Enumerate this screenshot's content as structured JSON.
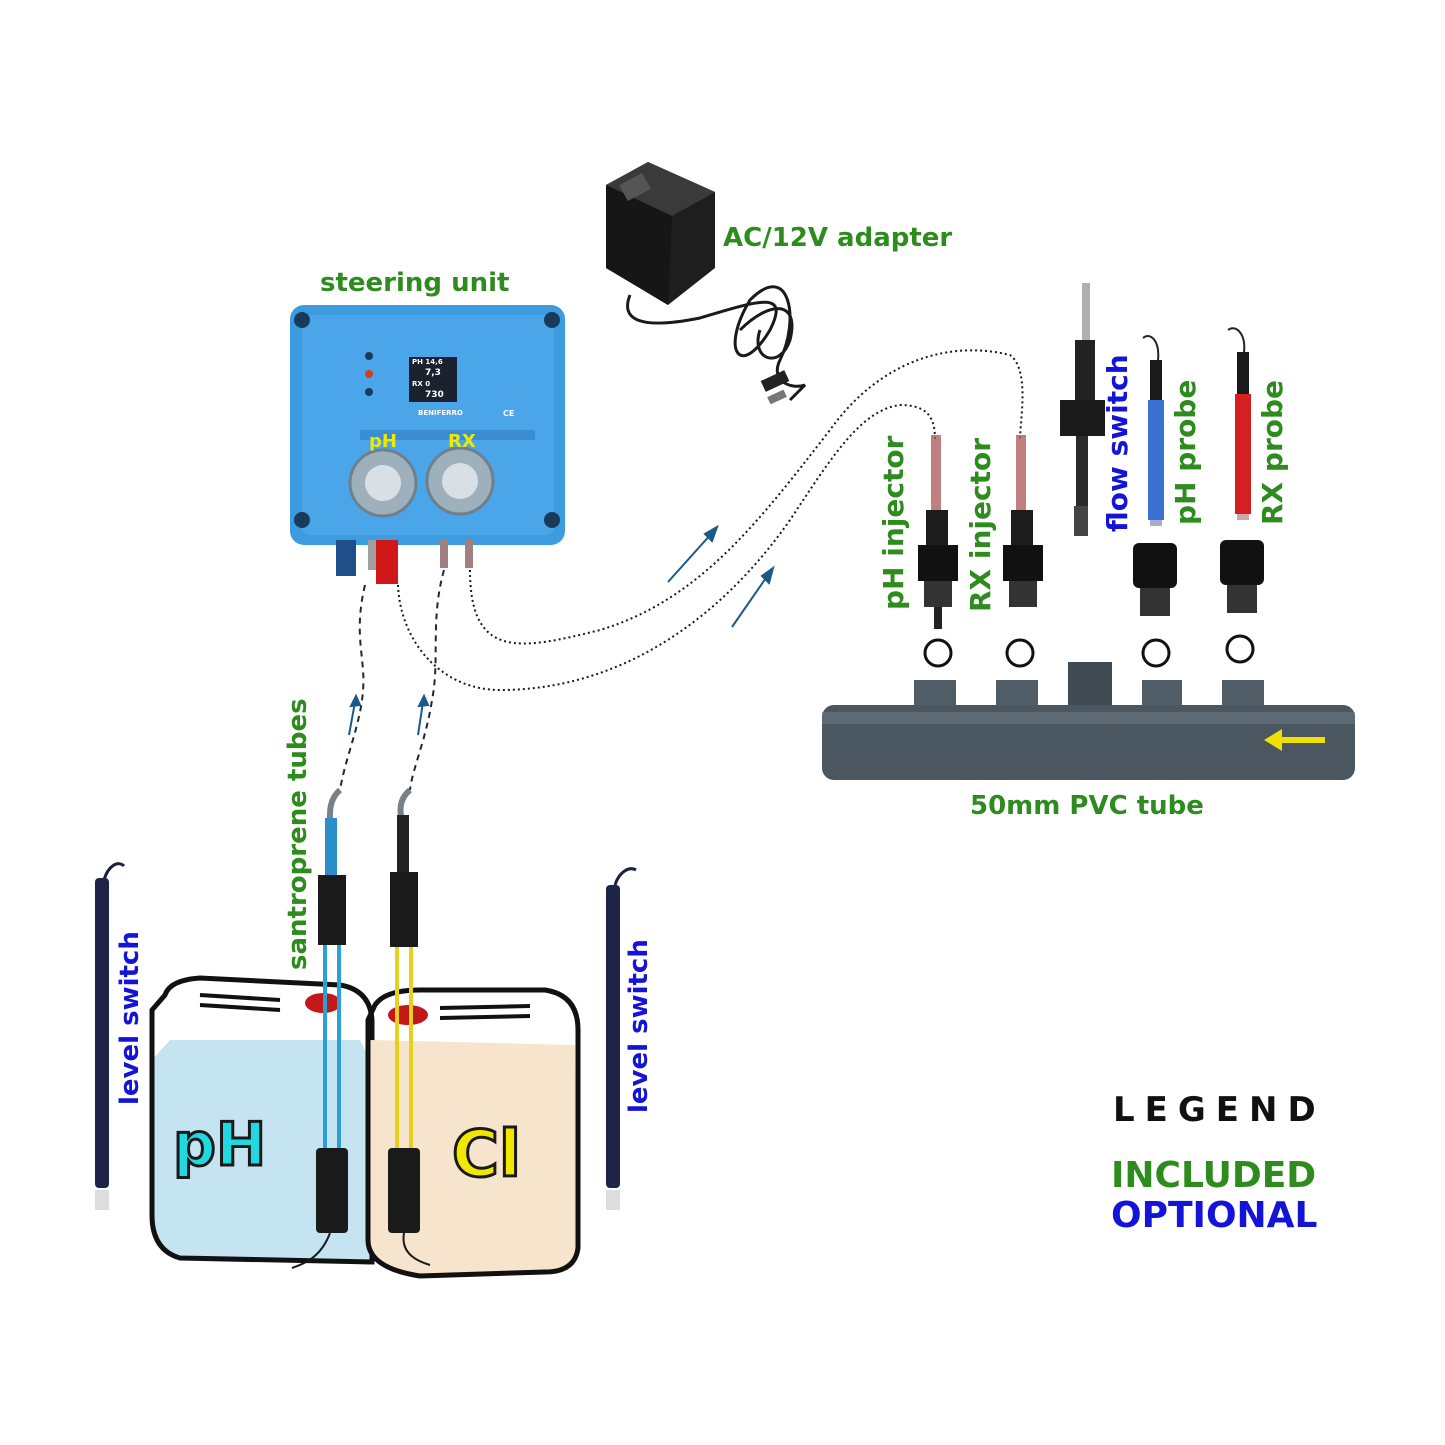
{
  "labels": {
    "steering_unit": "steering unit",
    "ac_adapter": "AC/12V adapter",
    "flow_switch": "flow switch",
    "ph_probe": "pH probe",
    "rx_probe": "RX probe",
    "ph_injector": "pH injector",
    "rx_injector": "RX injector",
    "pvc_tube": "50mm PVC tube",
    "santroprene_tubes": "santroprene tubes",
    "level_switch_left": "level switch",
    "level_switch_right": "level switch"
  },
  "unit": {
    "brand": "BENIFERRO",
    "ce": "CE",
    "ph_line": "PH 14,6",
    "ph_value": "7,3",
    "rx_line": "RX 0",
    "rx_value": "730",
    "pump_ph_label": "pH",
    "pump_rx_label": "RX"
  },
  "canisters": {
    "left_label": "pH",
    "right_label": "Cl"
  },
  "legend": {
    "title": "LEGEND",
    "included": "INCLUDED",
    "optional": "OPTIONAL"
  },
  "colors": {
    "included": "#2e8b1e",
    "optional": "#1414d8",
    "unit_blue": "#3d9be0",
    "pipe_grey": "#4a5660",
    "ph_liquid": "#c4e4f2",
    "cl_liquid": "#f6e4cc",
    "flow_arrow": "#f0e000"
  }
}
